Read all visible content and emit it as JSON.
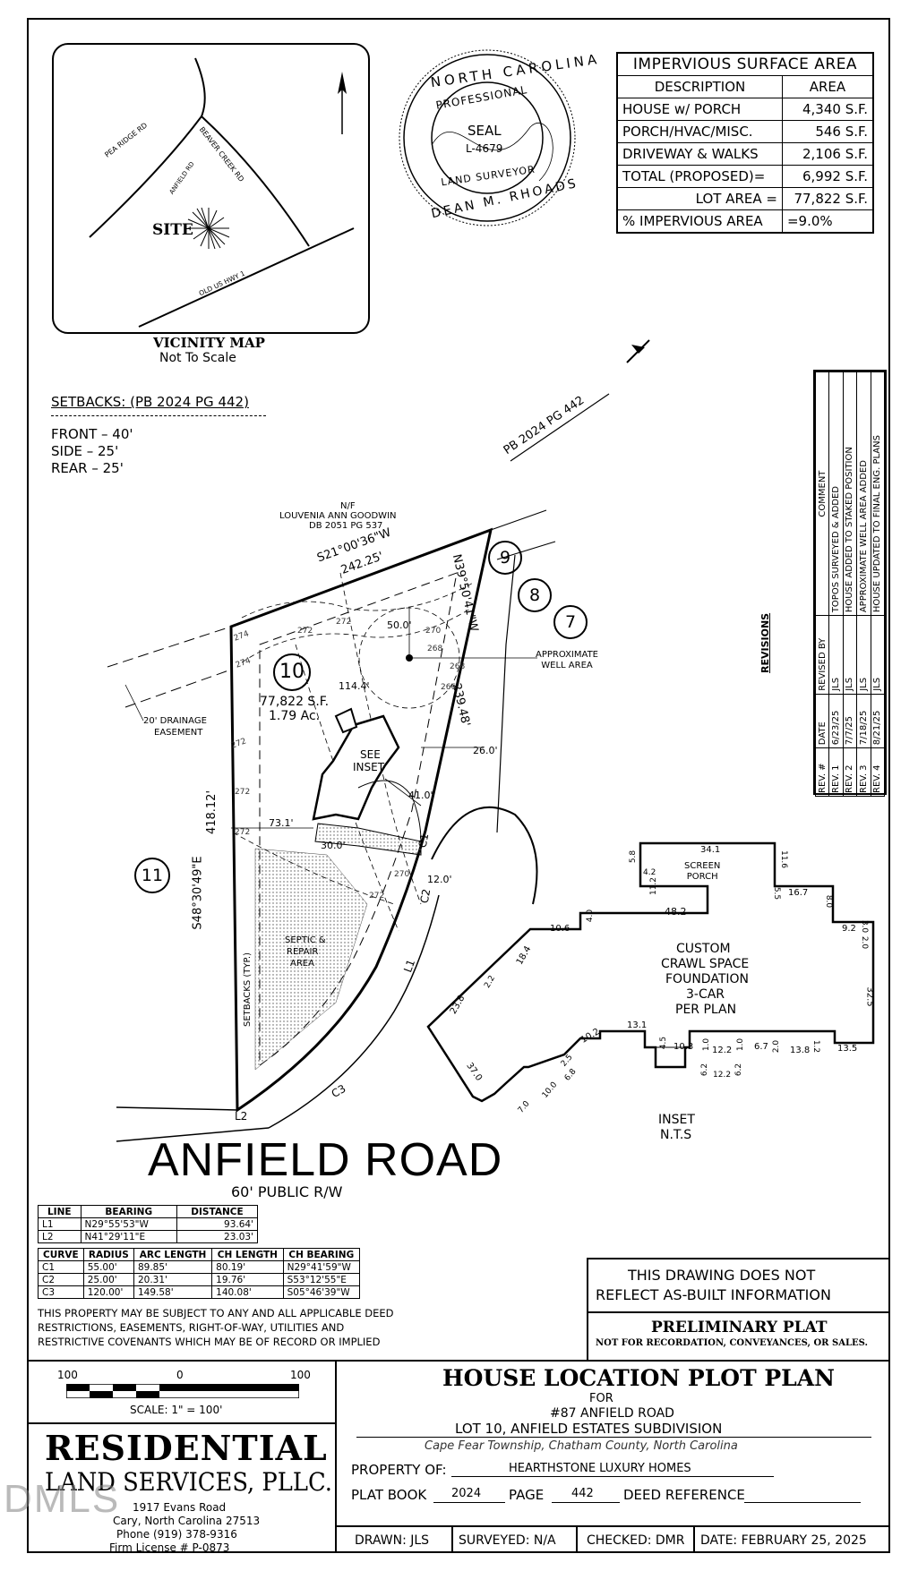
{
  "vicinity": {
    "title": "VICINITY MAP",
    "subtitle": "Not To Scale",
    "roads": [
      "PEA RIDGE RD",
      "BEAVER CREEK RD",
      "ANFIELD RD",
      "OLD US HWY 1"
    ],
    "site": "SITE"
  },
  "seal": {
    "top": "NORTH CAROLINA",
    "ring2": "PROFESSIONAL",
    "center1": "SEAL",
    "center2": "L-4679",
    "bottom1": "LAND SURVEYOR",
    "bottom2": "DEAN M. RHOADS"
  },
  "impervious": {
    "title": "IMPERVIOUS SURFACE AREA",
    "headers": [
      "DESCRIPTION",
      "AREA"
    ],
    "rows": [
      [
        "HOUSE w/ PORCH",
        "4,340 S.F."
      ],
      [
        "PORCH/HVAC/MISC.",
        "546 S.F."
      ],
      [
        "DRIVEWAY & WALKS",
        "2,106 S.F."
      ],
      [
        "TOTAL (PROPOSED)=",
        "6,992 S.F."
      ],
      [
        "LOT AREA =",
        "77,822 S.F."
      ],
      [
        "% IMPERVIOUS AREA",
        "=9.0%"
      ]
    ]
  },
  "setbacks": {
    "title": "SETBACKS: (PB 2024 PG 442)",
    "front": "FRONT – 40'",
    "side": "SIDE – 25'",
    "rear": "REAR – 25'"
  },
  "revisions": {
    "title": "REVISIONS",
    "headers": [
      "REV. #",
      "DATE",
      "REVISED BY",
      "COMMENT"
    ],
    "rows": [
      [
        "REV. 1",
        "6/23/25",
        "JLS",
        "TOPOS SURVEYED & ADDED"
      ],
      [
        "REV. 2",
        "7/7/25",
        "JLS",
        "HOUSE ADDED TO STAKED POSITION"
      ],
      [
        "REV. 3",
        "7/18/25",
        "JLS",
        "APPROXIMATE WELL AREA ADDED"
      ],
      [
        "REV. 4",
        "8/21/25",
        "JLS",
        "HOUSE UPDATED TO FINAL ENG. PLANS"
      ]
    ]
  },
  "plan": {
    "pb_ref": "PB 2024 PG 442",
    "nf": "N/F",
    "owner": "LOUVENIA ANN GOODWIN",
    "db": "DB 2051 PG 537",
    "bearing_top": "S21°00'36\"W",
    "dist_top": "242.25'",
    "bearing_right": "N39°50'41\"W",
    "dist_right": "239.48'",
    "bearing_left": "S48°30'49\"E",
    "dist_left": "418.12'",
    "lot": "10",
    "lot_area": "77,822 S.F.",
    "lot_ac": "1.79 Ac.",
    "lot9": "9",
    "lot8": "8",
    "lot7": "7",
    "lot11": "11",
    "well": "APPROXIMATE\nWELL AREA",
    "drain1": "20' DRAINAGE",
    "drain2": "EASEMENT",
    "see_inset1": "SEE",
    "see_inset2": "INSET",
    "septic1": "SEPTIC &",
    "septic2": "REPAIR",
    "septic3": "AREA",
    "setbacks_typ": "SETBACKS (TYP.)",
    "d50": "50.0'",
    "d114": "114.4'",
    "d26": "26.0'",
    "d41": "41.0'",
    "d73": "73.1'",
    "d30": "30.0'",
    "d12": "12.0'",
    "c1": "C1",
    "c2": "C2",
    "c3": "C3",
    "l1": "L1",
    "l2": "L2",
    "contours": [
      "272",
      "274",
      "274",
      "272",
      "272",
      "270",
      "268",
      "268",
      "266",
      "272",
      "272",
      "270",
      "272"
    ]
  },
  "road": {
    "name": "ANFIELD ROAD",
    "rw": "60' PUBLIC R/W"
  },
  "inset": {
    "porch_top": "34.1",
    "porch": "SCREEN\nPORCH",
    "d58": "5.8",
    "d42": "4.2",
    "d112": "11.2",
    "d116": "11.6",
    "d55": "5.5",
    "d167": "16.7",
    "d80": "8.0",
    "d482": "48.2",
    "d40": "4.0",
    "d106": "10.6",
    "d92": "9.2",
    "d30": "3.0",
    "d20": "2.0",
    "d184": "18.4",
    "d22": "2.2",
    "d238": "23.8",
    "d325": "32.5",
    "d131": "13.1",
    "d102": "10.2",
    "d45": "4.5",
    "d103": "10.3",
    "d10": "1.0",
    "d122a": "12.2",
    "d10b": "1.0",
    "d67": "6.7",
    "d20b": "2.0",
    "d138": "13.8",
    "d12": "1.2",
    "d135": "13.5",
    "d25": "2.5",
    "d68": "6.8",
    "d100": "10.0",
    "d370": "37.0",
    "d70": "7.0",
    "d62a": "6.2",
    "d122b": "12.2",
    "d62b": "6.2",
    "text1": "CUSTOM",
    "text2": "CRAWL SPACE",
    "text3": "FOUNDATION",
    "text4": "3-CAR",
    "text5": "PER PLAN",
    "label1": "INSET",
    "label2": "N.T.S"
  },
  "line_table": {
    "headers": [
      "LINE",
      "BEARING",
      "DISTANCE"
    ],
    "rows": [
      [
        "L1",
        "N29°55'53\"W",
        "93.64'"
      ],
      [
        "L2",
        "N41°29'11\"E",
        "23.03'"
      ]
    ]
  },
  "curve_table": {
    "headers": [
      "CURVE",
      "RADIUS",
      "ARC LENGTH",
      "CH LENGTH",
      "CH BEARING"
    ],
    "rows": [
      [
        "C1",
        "55.00'",
        "89.85'",
        "80.19'",
        "N29°41'59\"W"
      ],
      [
        "C2",
        "25.00'",
        "20.31'",
        "19.76'",
        "S53°12'55\"E"
      ],
      [
        "C3",
        "120.00'",
        "149.58'",
        "140.08'",
        "S05°46'39\"W"
      ]
    ]
  },
  "note": {
    "l1": "THIS PROPERTY MAY BE SUBJECT TO ANY AND ALL APPLICABLE DEED",
    "l2": "RESTRICTIONS, EASEMENTS, RIGHT-OF-WAY, UTILITIES AND",
    "l3": "RESTRICTIVE COVENANTS WHICH MAY BE OF RECORD OR IMPLIED"
  },
  "disclaimer": {
    "l1": "THIS DRAWING DOES NOT",
    "l2": "REFLECT AS-BUILT INFORMATION"
  },
  "prelim": {
    "title": "PRELIMINARY PLAT",
    "sub": "NOT FOR RECORDATION, CONVEYANCES, OR SALES."
  },
  "scale": {
    "left": "100",
    "mid": "0",
    "right": "100",
    "label": "SCALE: 1\" = 100'"
  },
  "company": {
    "name1": "RESIDENTIAL",
    "name2": "LAND SERVICES, PLLC.",
    "addr1": "1917 Evans Road",
    "addr2": "Cary, North Carolina 27513",
    "phone": "Phone (919) 378-9316",
    "license": "Firm License # P-0873"
  },
  "watermark": "DMLS",
  "title_block": {
    "title": "HOUSE LOCATION PLOT PLAN",
    "for": "FOR",
    "address": "#87 ANFIELD ROAD",
    "lot": "LOT 10, ANFIELD ESTATES SUBDIVISION",
    "township": "Cape Fear Township, Chatham County, North Carolina",
    "prop_label": "PROPERTY OF:",
    "prop_value": "HEARTHSTONE LUXURY HOMES",
    "pb_label": "PLAT BOOK",
    "pb_value": "2024",
    "page_label": "PAGE",
    "page_value": "442",
    "deed_label": "DEED REFERENCE",
    "deed_value": ""
  },
  "footer": {
    "drawn": "DRAWN: JLS",
    "surveyed": "SURVEYED: N/A",
    "checked": "CHECKED: DMR",
    "date": "DATE: FEBRUARY 25, 2025"
  }
}
